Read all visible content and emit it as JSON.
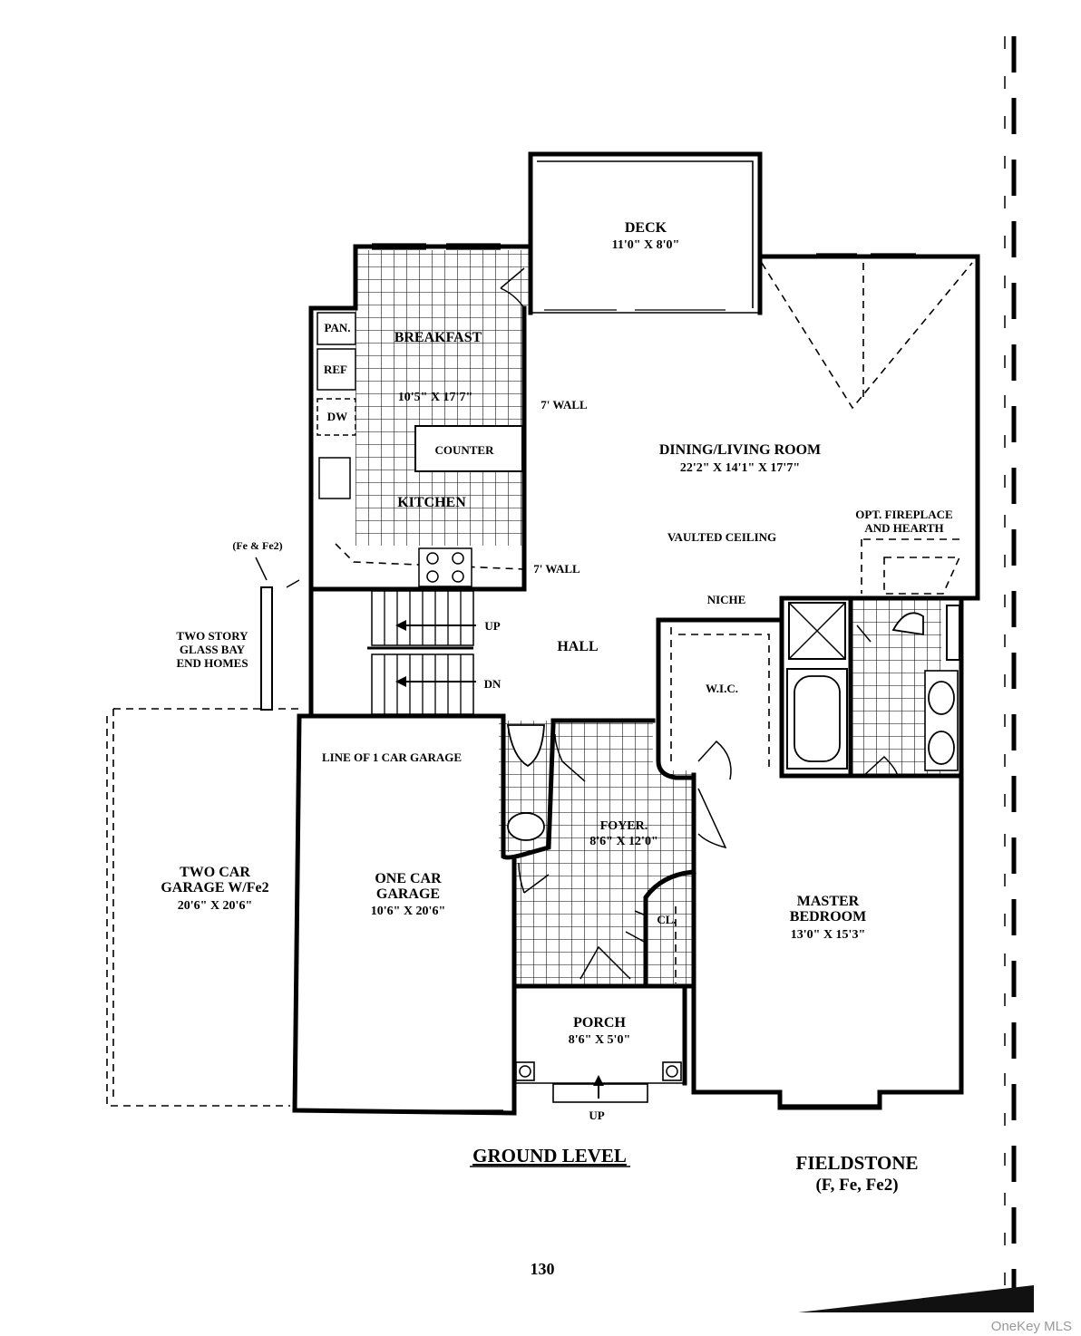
{
  "plan": {
    "title": "GROUND LEVEL",
    "model_name": "FIELDSTONE",
    "model_variants": "(F, Fe, Fe2)",
    "page_number": "130",
    "watermark": "OneKey MLS",
    "rooms": {
      "deck": {
        "name": "DECK",
        "size": "11'0\" X 8'0\""
      },
      "breakfast": {
        "name": "BREAKFAST",
        "size": "10'5\" X 17'7\""
      },
      "pantry": "PAN.",
      "ref": "REF",
      "dw": "DW",
      "counter": "COUNTER",
      "kitchen": "KITCHEN",
      "dining": {
        "name": "DINING/LIVING ROOM",
        "size": "22'2\" X 14'1\" X 17'7\""
      },
      "fireplace": {
        "line1": "OPT. FIREPLACE",
        "line2": "AND HEARTH"
      },
      "vaulted": "VAULTED CEILING",
      "niche": "NICHE",
      "hall": "HALL",
      "wic": "W.I.C.",
      "foyer": {
        "name": "FOYER.",
        "size": "8'6\" X 12'0\""
      },
      "closet": "CL.",
      "one_car": {
        "line1": "ONE CAR",
        "line2": "GARAGE",
        "size": "10'6\" X 20'6\""
      },
      "two_car": {
        "line1": "TWO CAR",
        "line2": "GARAGE W/Fe2",
        "size": "20'6\" X 20'6\""
      },
      "master": {
        "line1": "MASTER",
        "line2": "BEDROOM",
        "size": "13'0\" X 15'3\""
      },
      "porch": {
        "name": "PORCH",
        "size": "8'6\" X 5'0\""
      }
    },
    "notes": {
      "wall_7_upper": "7' WALL",
      "wall_7_lower": "7' WALL",
      "fe_fe2": "(Fe & Fe2)",
      "glass_bay": {
        "line1": "TWO STORY",
        "line2": "GLASS BAY",
        "line3": "END HOMES"
      },
      "line_of_garage": "LINE OF 1 CAR GARAGE",
      "stair_up": "UP",
      "stair_dn": "DN",
      "porch_up": "UP"
    }
  }
}
